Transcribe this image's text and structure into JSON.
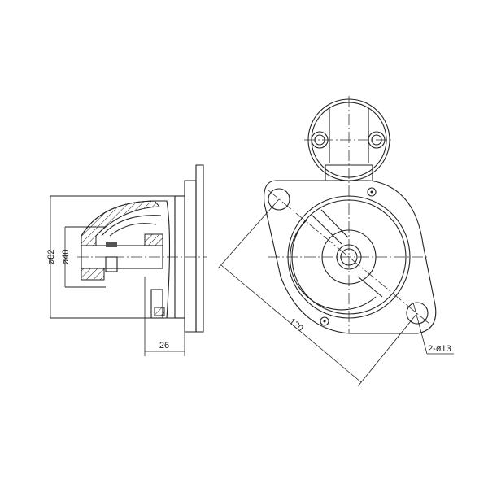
{
  "drawing": {
    "side_view": {
      "dim_outer_diameter": "ø82",
      "dim_pilot_diameter": "ø40",
      "dim_flange_offset": "26"
    },
    "front_view": {
      "dim_hole_spacing": "120",
      "dim_mounting_holes": "2-ø13"
    }
  },
  "colors": {
    "line": "#222222",
    "background": "#ffffff"
  }
}
